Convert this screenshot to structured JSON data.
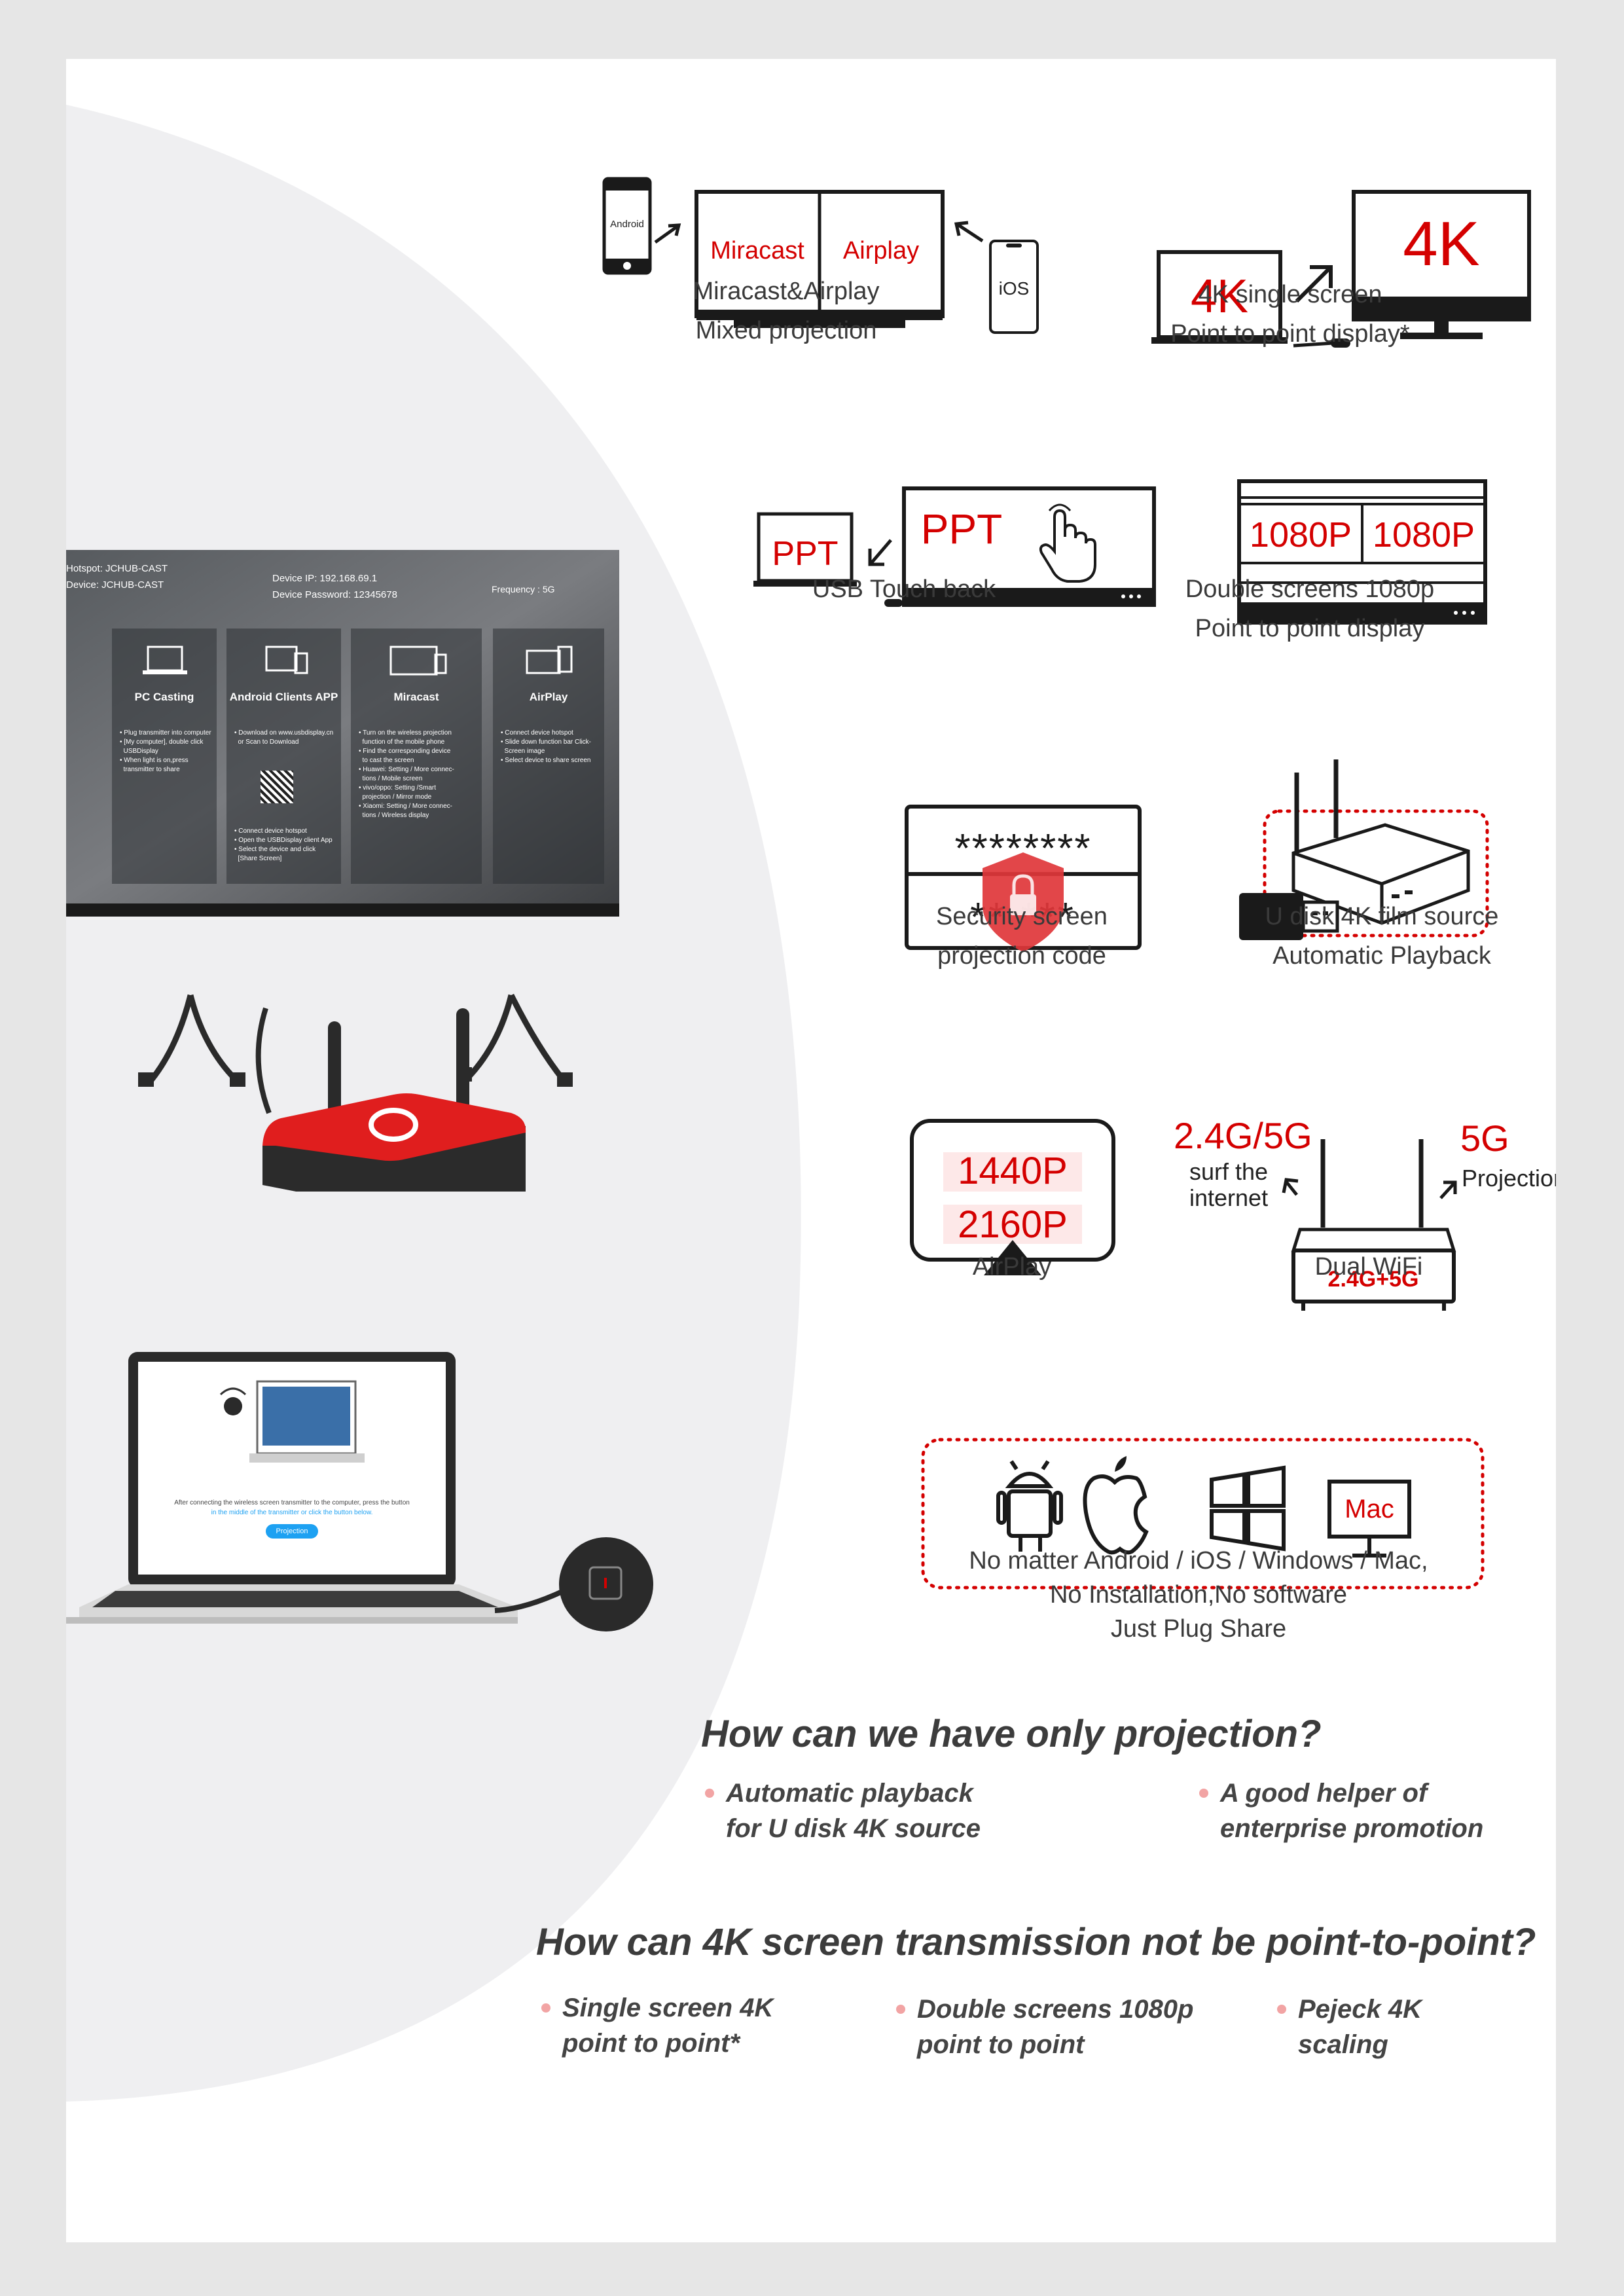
{
  "colors": {
    "accent_red": "#d40000",
    "page_bg": "#e6e6e6",
    "card_bg": "#ffffff",
    "curve_bg": "#efeff1",
    "bullet_dot": "#f2a4a4"
  },
  "features": {
    "mixed": {
      "device_left": "Android",
      "screen_left": "Miracast",
      "screen_right": "Airplay",
      "device_right": "iOS",
      "caption": [
        "Miracast&Airplay",
        "Mixed projection"
      ]
    },
    "single4k": {
      "laptop": "4K",
      "monitor": "4K",
      "caption": [
        "4K single screen",
        "Point to point display*"
      ]
    },
    "usb_touch": {
      "laptop": "PPT",
      "monitor": "PPT",
      "caption": [
        "USB Touch back"
      ]
    },
    "double1080": {
      "left": "1080P",
      "right": "1080P",
      "caption": [
        "Double screens 1080p",
        "Point to point display"
      ]
    },
    "security": {
      "code_top": "********",
      "code_bottom": "**  ***",
      "caption": [
        "Security screen",
        "projection code"
      ]
    },
    "udisk": {
      "caption": [
        "U disk 4K film source",
        "Automatic Playback"
      ]
    },
    "airplay": {
      "res_top": "1440P",
      "res_bottom": "2160P",
      "caption": [
        "AirPlay"
      ]
    },
    "dualwifi": {
      "band_left": "2.4G/5G",
      "left_text": [
        "surf the",
        "internet"
      ],
      "band_right": "5G",
      "right_text": "Projection",
      "router_label": "2.4G+5G",
      "caption": [
        "Dual WiFi"
      ]
    },
    "platforms": {
      "icons": [
        "android-icon",
        "apple-icon",
        "windows-icon",
        "mac-icon"
      ],
      "mac_label": "Mac",
      "caption": [
        "No matter Android / iOS / Windows / Mac,",
        "No Installation,No software",
        "Just Plug Share"
      ]
    }
  },
  "tv": {
    "hotspot": "Hotspot: JCHUB-CAST",
    "device": "Device: JCHUB-CAST",
    "device_ip": "Device IP: 192.168.69.1",
    "device_password": "Device Password: 12345678",
    "frequency": "Frequency : 5G",
    "panels": [
      {
        "title": "PC Casting",
        "lines": [
          "• Plug transmitter into computer",
          "• [My computer], double click",
          "  USBDisplay",
          "• When light is on,press",
          "  transmitter to share"
        ]
      },
      {
        "title": "Android Clients APP",
        "lines": [
          "• Download on www.usbdisplay.cn",
          "  or Scan to Download",
          "",
          "",
          "",
          "• Connect device hotspot",
          "• Open the USBDisplay client App",
          "• Select the device and click",
          "  [Share Screen]"
        ]
      },
      {
        "title": "Miracast",
        "lines": [
          "• Turn on the wireless projection",
          "  function of the mobile phone",
          "• Find the corresponding device",
          "  to cast the screen",
          "• Huawei: Setting / More connec-",
          "  tions / Mobile screen",
          "• vivo/oppo: Setting /Smart",
          "  projection / Mirror mode",
          "• Xiaomi: Setting / More connec-",
          "  tions / Wireless display"
        ]
      },
      {
        "title": "AirPlay",
        "lines": [
          "• Connect device hotspot",
          "• Slide down function bar Click-",
          "  Screen image",
          "• Select device to share screen"
        ]
      }
    ]
  },
  "laptop_screen": {
    "text": "After connecting the wireless screen transmitter to the computer, press the button",
    "text2": "in the middle of the transmitter or click the button below.",
    "button": "Projection"
  },
  "section1": {
    "title": "How can we have only projection?",
    "bullets": [
      [
        "Automatic playback",
        "for U disk 4K source"
      ],
      [
        "A good helper of",
        "enterprise promotion"
      ]
    ]
  },
  "section2": {
    "title": "How can 4K screen transmission not be point-to-point?",
    "bullets": [
      [
        "Single screen 4K",
        "point to point*"
      ],
      [
        "Double screens 1080p",
        "point to point"
      ],
      [
        "Pejeck 4K",
        "scaling"
      ]
    ]
  }
}
